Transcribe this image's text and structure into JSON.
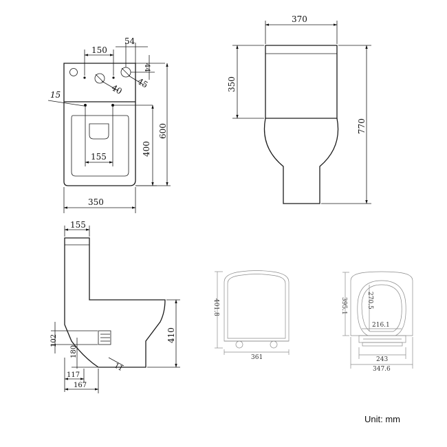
{
  "unit_label": "Unit: mm",
  "top_view": {
    "dims": {
      "width": "350",
      "depth": "600",
      "cistern_hole_spacing": "150",
      "offset_54": "54",
      "offset_44": "44",
      "hole_40": "40",
      "hole_45": "45",
      "fixing_15": "15",
      "fixing_spacing": "155",
      "seat_400": "400"
    }
  },
  "side_view": {
    "dims": {
      "width": "370",
      "tank_height": "350",
      "total_height": "770"
    }
  },
  "profile_view": {
    "dims": {
      "tank_depth": "155",
      "bowl_height": "410",
      "outlet_102": "102",
      "outlet_180": "180",
      "outlet_117": "117",
      "outlet_167": "167",
      "angle_11": "11"
    }
  },
  "lid_view": {
    "dims": {
      "length": "401.8",
      "width": "361"
    }
  },
  "seat_view": {
    "dims": {
      "length": "395.1",
      "inner_length": "270.5",
      "inner_width": "216.1",
      "hinge_width": "243",
      "total_width": "347.6"
    }
  }
}
